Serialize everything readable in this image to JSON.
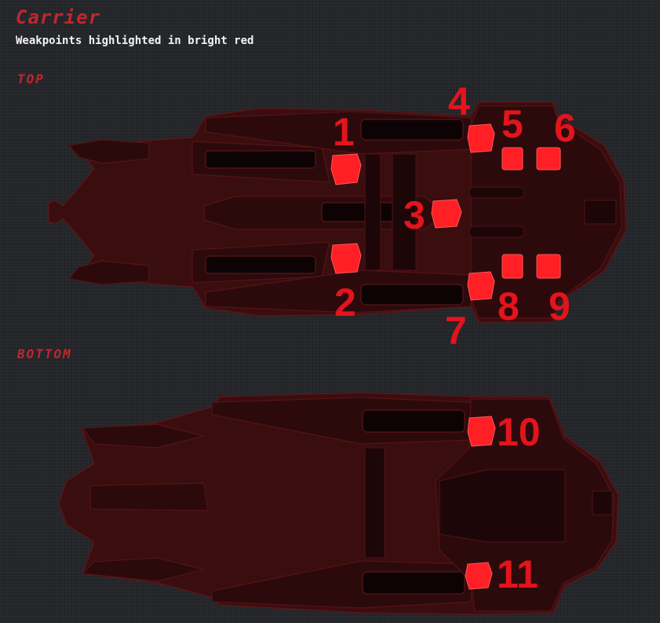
{
  "header": {
    "title": "Carrier",
    "subtitle": "Weakpoints highlighted in bright red"
  },
  "sections": {
    "top": {
      "label": "TOP"
    },
    "bottom": {
      "label": "BOTTOM"
    }
  },
  "weakpoints": {
    "top": [
      "1",
      "2",
      "3",
      "4",
      "5",
      "6",
      "7",
      "8",
      "9"
    ],
    "bottom": [
      "10",
      "11"
    ]
  },
  "colors": {
    "accent": "#c0272d",
    "weakpoint": "#ff1f24",
    "hull": "#3a0d0f",
    "background": "#222428"
  }
}
